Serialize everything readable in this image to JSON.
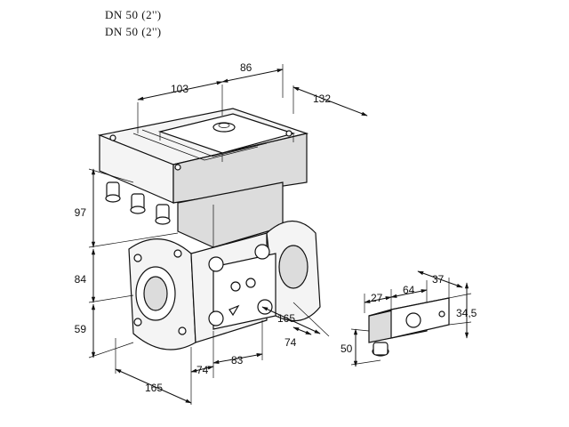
{
  "header": {
    "line1": "DN 50 (2'')",
    "line2": "DN 50 (2'')"
  },
  "dimensions": {
    "d103": "103",
    "d86": "86",
    "d132": "132",
    "d97": "97",
    "d84": "84",
    "d59": "59",
    "d165_bottom": "165",
    "d74_bottom": "74",
    "d83": "83",
    "d165_right": "165",
    "d74_right": "74",
    "d27": "27",
    "d64": "64",
    "d37": "37",
    "d34_5": "34,5",
    "d50": "50"
  }
}
